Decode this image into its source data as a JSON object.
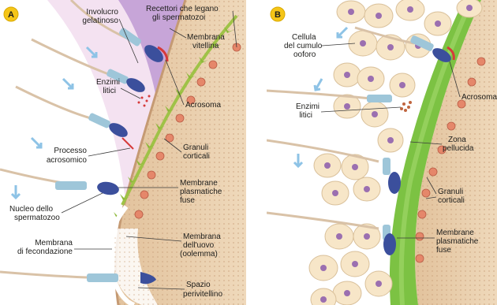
{
  "panel_a": {
    "badge": "A",
    "labels": {
      "involucro": [
        "Involucro",
        "gelatinoso"
      ],
      "recettori": [
        "Recettori che legano",
        "gli spermatozoi"
      ],
      "membrana_vitellina": [
        "Membrana",
        "vitellina"
      ],
      "enzimi": [
        "Enzimi",
        "litici"
      ],
      "acrosoma": [
        "Acrosoma"
      ],
      "processo": [
        "Processo",
        "acrosomico"
      ],
      "granuli": [
        "Granuli",
        "corticali"
      ],
      "membrane_fuse": [
        "Membrane",
        "plasmatiche",
        "fuse"
      ],
      "nucleo": [
        "Nucleo dello",
        "spermatozoo"
      ],
      "membrana_fecondazione": [
        "Membrana",
        "di fecondazione"
      ],
      "membrana_uovo": [
        "Membrana",
        "dell'uovo",
        "(oolemma)"
      ],
      "spazio": [
        "Spazio",
        "perivitellino"
      ]
    }
  },
  "panel_b": {
    "badge": "B",
    "labels": {
      "cellula": [
        "Cellula",
        "del cumulo",
        "ooforo"
      ],
      "acrosoma": [
        "Acrosoma"
      ],
      "enzimi": [
        "Enzimi",
        "litici"
      ],
      "zona": [
        "Zona",
        "pellucida"
      ],
      "granuli": [
        "Granuli",
        "corticali"
      ],
      "membrane_fuse": [
        "Membrane",
        "plasmatiche",
        "fuse"
      ]
    }
  },
  "colors": {
    "egg": "#e9cfae",
    "egg_edge": "#d6b189",
    "jelly_outer": "#f2dcef",
    "jelly_inner": "#c9a6d8",
    "vitelline": "#a8c84a",
    "zona": "#7cc243",
    "granule": "#e08a6a",
    "follicle": "#f7e6c8",
    "follicle_nucleus": "#9b6fb0",
    "sperm_head": "#3b4f9c",
    "acrosome": "#d63a3a",
    "sperm_midpiece": "#9ec6d9",
    "badge": "#f5c518",
    "arrow": "#8ec3e6"
  },
  "icons": [
    "arrow-icon",
    "sperm-icon",
    "granule-icon",
    "follicle-cell-icon"
  ]
}
